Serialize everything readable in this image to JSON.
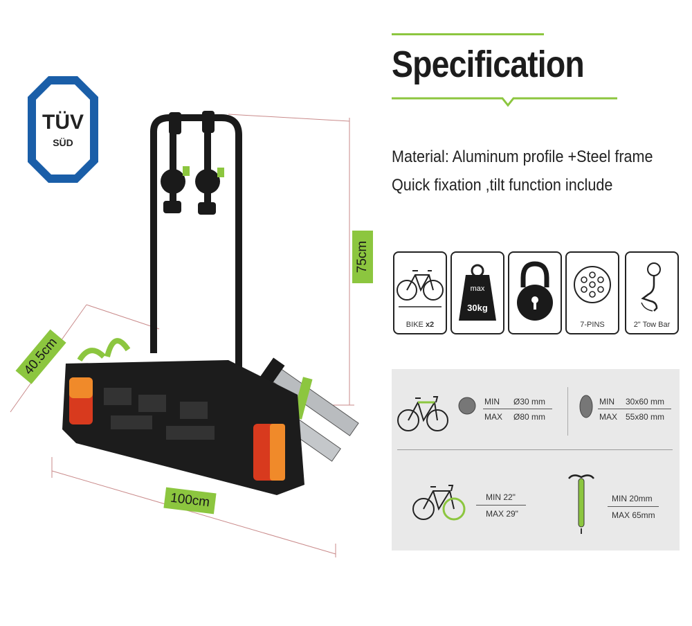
{
  "badge": {
    "line1": "TÜV",
    "line2": "SÜD"
  },
  "dimensions": {
    "width": "100cm",
    "height": "75cm",
    "depth": "40.5cm"
  },
  "spec": {
    "title": "Specification",
    "material": "Material: Aluminum profile +Steel frame",
    "quick": "Quick fixation ,tilt function include"
  },
  "features": [
    {
      "caption": "BIKE",
      "suffix": "x2",
      "icon": "bike-icon"
    },
    {
      "top": "max",
      "value": "30kg",
      "icon": "weight-icon"
    },
    {
      "caption": "",
      "icon": "lock-icon"
    },
    {
      "caption": "7-PINS",
      "icon": "plug-icon"
    },
    {
      "caption": "2\" Tow Bar",
      "icon": "tow-bar-icon"
    }
  ],
  "frame_specs": {
    "round": {
      "min_label": "MIN",
      "min_value": "Ø30 mm",
      "max_label": "MAX",
      "max_value": "Ø80 mm"
    },
    "oval": {
      "min_label": "MIN",
      "min_value": "30x60 mm",
      "max_label": "MAX",
      "max_value": "55x80 mm"
    },
    "wheel": {
      "min": "MIN 22\"",
      "max": "MAX 29\""
    },
    "tire": {
      "min": "MIN 20mm",
      "max": "MAX 65mm"
    }
  },
  "colors": {
    "accent": "#8cc63f",
    "dark": "#1a1a1a",
    "panel": "#e9e9e9"
  }
}
